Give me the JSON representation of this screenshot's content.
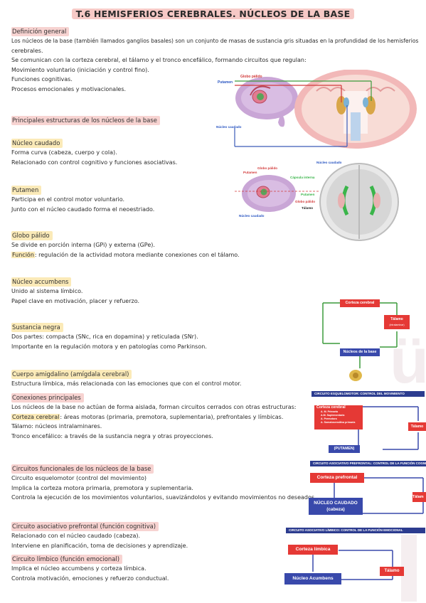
{
  "title": "T.6 HEMISFERIOS CEREBRALES. NÚCLEOS DE LA BASE",
  "s1": {
    "heading": "Definición general",
    "l1": "Los núcleos de la base (también llamados ganglios basales) son un conjunto de masas de sustancia gris situadas en la profundidad de los hemisferios",
    "l2": "cerebrales.",
    "l3": "Se comunican con la corteza cerebral, el tálamo y el tronco encefálico, formando circuitos que regulan:",
    "l4": "Movimiento voluntario (iniciación y control fino).",
    "l5": "Funciones cognitivas.",
    "l6": "Procesos emocionales y motivacionales."
  },
  "s2": {
    "heading": "Principales estructuras de los núcleos de la base"
  },
  "s3": {
    "heading": "Núcleo caudado",
    "l1": "Forma curva (cabeza, cuerpo y cola).",
    "l2": "Relacionado con control cognitivo y funciones asociativas."
  },
  "s4": {
    "heading": "Putamen",
    "l1": "Participa en el control motor voluntario.",
    "l2": "Junto con el núcleo caudado forma el neoestriado."
  },
  "s5": {
    "heading": "Globo pálido",
    "l1": "Se divide en porción interna (GPi) y externa (GPe).",
    "l2_label": "Función",
    "l2": ": regulación de la actividad motora mediante conexiones con el tálamo."
  },
  "s6": {
    "heading": "Núcleo accumbens",
    "l1": "Unido al sistema límbico.",
    "l2": "Papel clave en motivación, placer y refuerzo."
  },
  "s7": {
    "heading": "Sustancia negra",
    "l1": "Dos partes: compacta (SNc, rica en dopamina) y reticulada (SNr).",
    "l2": "Importante en la regulación motora y en patologías como Parkinson."
  },
  "s8": {
    "heading": "Cuerpo amigdalino (amígdala cerebral)",
    "l1": "Estructura límbica, más relacionada con las emociones que con el control motor."
  },
  "s9": {
    "heading": "Conexiones principales",
    "l1": "Los núcleos de la base no actúan de forma aislada, forman circuitos cerrados con otras estructuras:",
    "l2_label": "Corteza cerebral",
    "l2": ": áreas motoras (primaria, premotora, suplementaria), prefrontales y límbicas.",
    "l3": "Tálamo: núcleos intralaminares.",
    "l4": "Tronco encefálico: a través de la sustancia negra y otras proyecciones."
  },
  "s10": {
    "heading": "Circuitos funcionales de los núcleos de la base",
    "l1": "Circuito esquelomotor (control del movimiento)",
    "l2": "Implica la corteza motora primaria, premotora y suplementaria.",
    "l3": "Controla la ejecución de los movimientos voluntarios, suavizándolos y evitando movimientos no deseados."
  },
  "s11": {
    "heading": "Circuito asociativo prefrontal (función cognitiva)",
    "l1": "Relacionado con el núcleo caudado (cabeza).",
    "l2": "Interviene en planificación, toma de decisiones y aprendizaje."
  },
  "s12": {
    "heading": "Circuito límbico (función emocional)",
    "l1": "Implica el núcleo accumbens y corteza límbica.",
    "l2": "Controla motivación, emociones y refuerzo conductual."
  },
  "fig1": {
    "putamen": "Putamen",
    "globo": "Globo pálido",
    "caudado": "Núcleo caudado"
  },
  "fig2": {
    "caudado_top": "Núcleo caudado",
    "putamen": "Putamen",
    "globo": "Globo pálido",
    "capsula": "Cápsula interna",
    "putamen_r": "Putamen",
    "globo_r": "Globo pálido",
    "talamo": "Tálamo",
    "caudado": "Núcleo caudado"
  },
  "fig3": {
    "corteza": "Corteza cerebral",
    "talamo": "Tálamo",
    "talamo_sub": "(intralaminar)",
    "nucleos": "Núcleos de la base"
  },
  "fig4": {
    "bar": "CIRCUITO ESQUELOMOTOR: CONTROL DEL MOVIMIENTO",
    "corteza": "Corteza cerebral",
    "items": [
      "A. M. Primaria",
      "A.M. Suplementaria",
      "A. Premotora",
      "A. Somatosensitiva primaria"
    ],
    "putamen": "(PUTAMEN)",
    "talamo": "Tálamo"
  },
  "fig5": {
    "bar": "CIRCUITO ASOCIATIVO PREFRONTAL: CONTROL DE LA FUNCIÓN COGNI",
    "corteza": "Corteza prefrontal",
    "nucleo": "NÚCLEO CAUDADO",
    "nucleo_sub": "(cabeza)",
    "talamo": "Tálam"
  },
  "fig6": {
    "bar": "CIRCUITO ASOCIATIVO LÍMBICO: CONTROL DE LA FUNCIÓN EMOCIONAL",
    "corteza": "Corteza límbica",
    "talamo": "Tálamo",
    "nucleo": "Núcleo Acumbens"
  }
}
